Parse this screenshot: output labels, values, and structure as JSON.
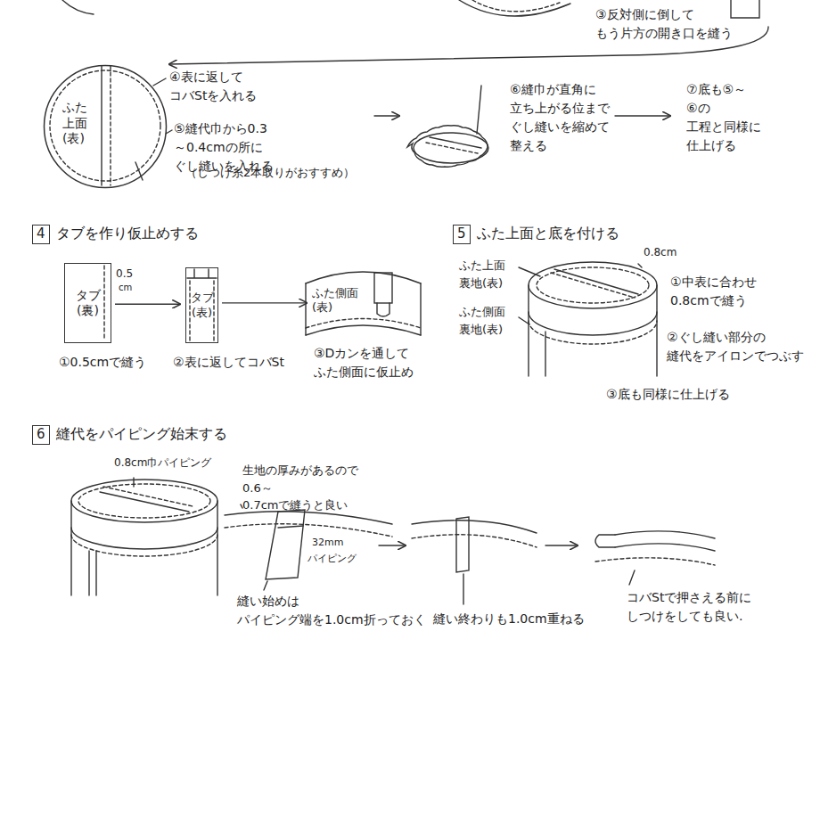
{
  "diagram": {
    "nodes": [
      {
        "text": [
          "ふた 上面 (表)"
        ]
      },
      {
        "text": [
          "4",
          "タブを作り仮止めする"
        ]
      },
      {
        "text": [
          "タブ (裏)"
        ]
      },
      {
        "text": [
          "タブ (表)"
        ]
      },
      {
        "text": [
          "ふた側面 (表)"
        ]
      },
      {
        "text": [
          "5",
          "ふた上面と底を付ける"
        ]
      },
      {
        "text": [
          "6",
          "縫代をパイピング始末する"
        ]
      }
    ],
    "edges": [
      {
        "from": 2,
        "to": 3,
        "arrow": "to"
      },
      {
        "from": 3,
        "to": 4,
        "arrow": "to"
      }
    ],
    "labels": [
      "③反対側に倒して もう片方の開き口を縫う",
      "④表に返して コバStを入れる",
      "⑤縫代巾から0.3～0.4cmの所に ぐし縫いを入れる",
      "（しつけ糸2本取りがおすすめ）",
      "⑥縫巾が直角に 立ち上がる位まで ぐし縫いを縮めて 整える",
      "⑦底も⑤～⑥の 工程と同様に 仕上げる",
      "0.5",
      "cm",
      "①0.5cmで縫う",
      "②表に返してコバSt",
      "③Dカンを通して ふた側面に仮止め",
      "ふた上面 裏地(表)",
      "0.8cm",
      "ふた側面 裏地(表)",
      "①中表に合わせ 0.8cmで縫う",
      "②ぐし縫い部分の 縫代をアイロンでつぶす",
      "③底も同様に仕上げる",
      "0.8cm巾パイピング",
      "生地の厚みがあるので 0.6～0.7cmで縫うと良い",
      "32mm",
      "パイピング",
      "縫い始めは パイピング端を1.0cm折っておく",
      "縫い終わりも1.0cm重ねる",
      "コバStで押さえる前に しつけをしても良い."
    ]
  }
}
